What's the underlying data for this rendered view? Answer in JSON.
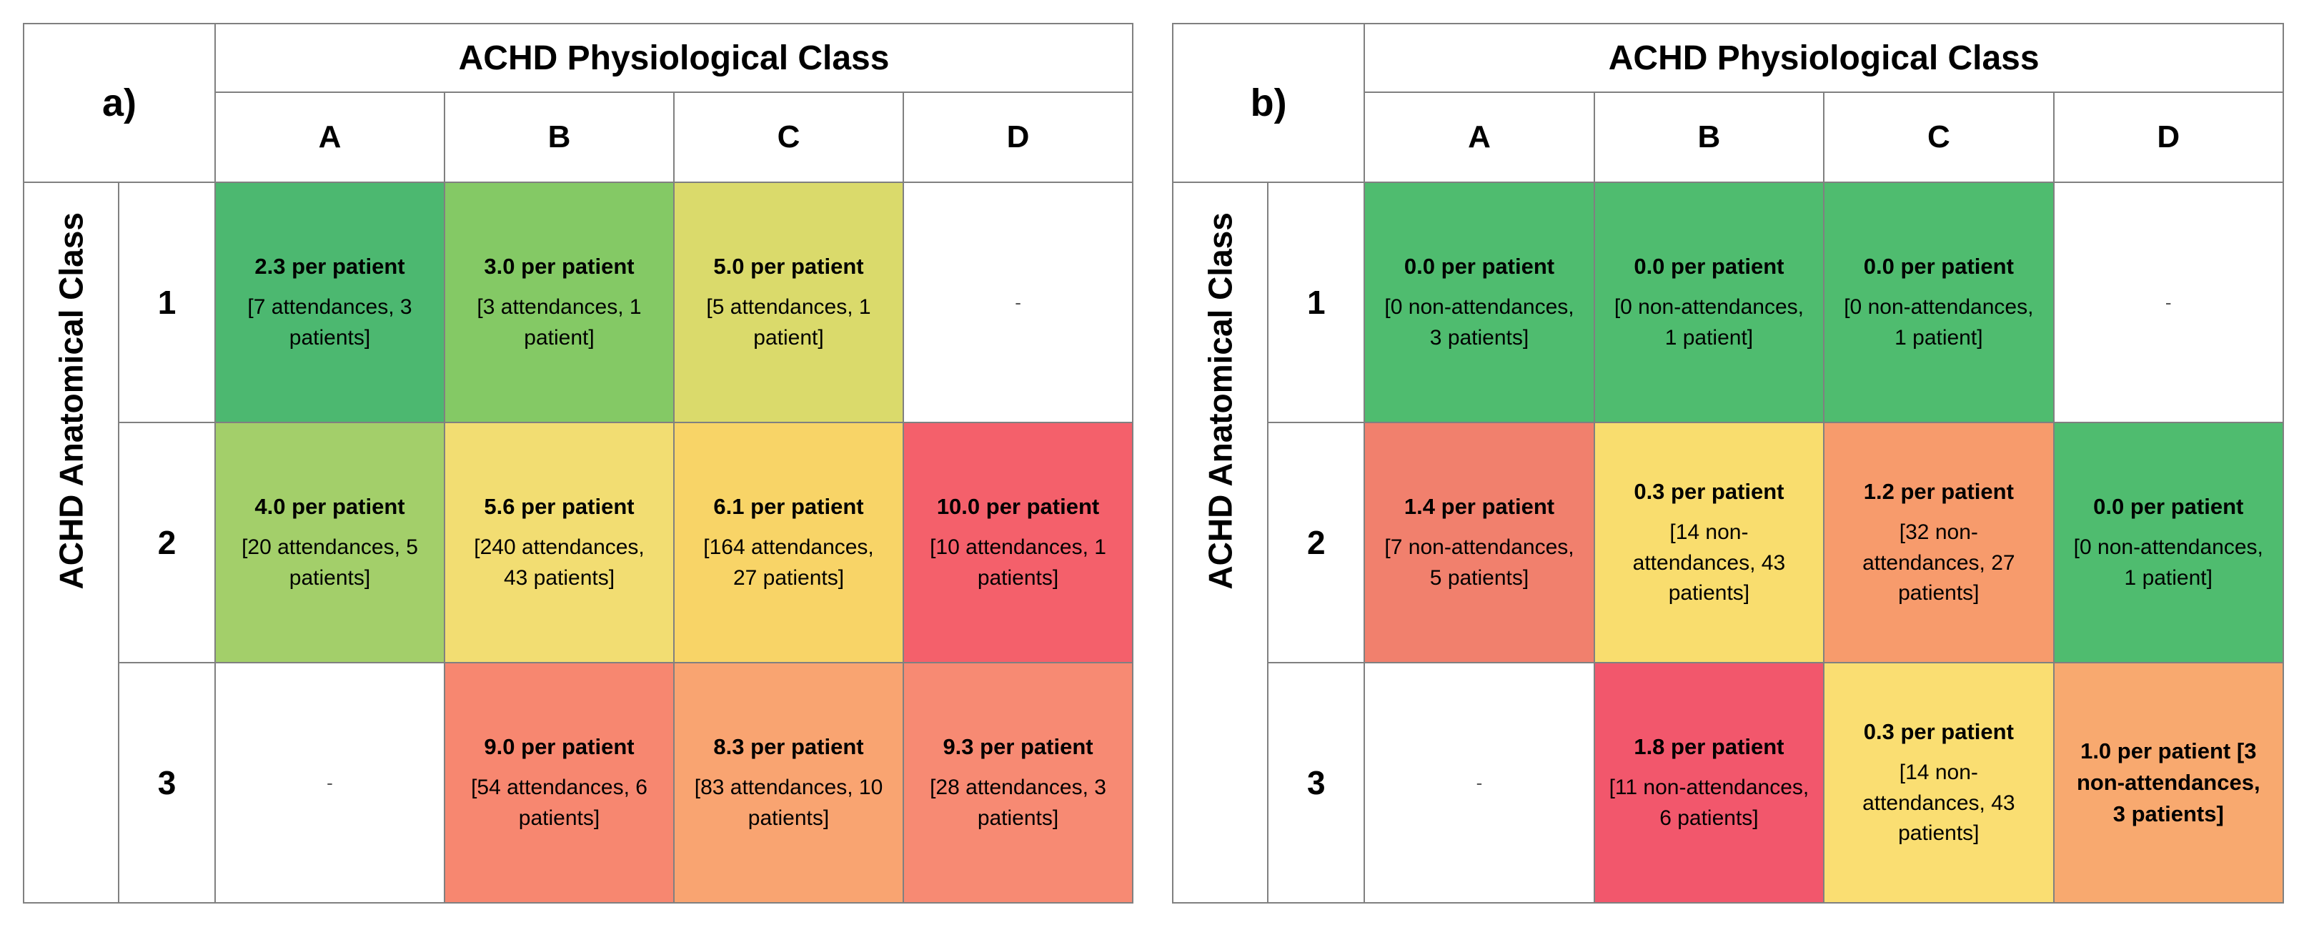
{
  "figure": {
    "panels": [
      {
        "panel_label": "a)",
        "column_group_title": "ACHD Physiological Class",
        "row_group_title": "ACHD Anatomical Class",
        "columns": [
          "A",
          "B",
          "C",
          "D"
        ],
        "rows": [
          "1",
          "2",
          "3"
        ],
        "empty_marker": "-",
        "cells": [
          [
            {
              "rate": "2.3 per patient",
              "detail": "[7 attendances, 3 patients]",
              "color": "#4cb870",
              "empty": false
            },
            {
              "rate": "3.0 per patient",
              "detail": "[3 attendances, 1 patient]",
              "color": "#84c965",
              "empty": false
            },
            {
              "rate": "5.0 per patient",
              "detail": "[5 attendances, 1 patient]",
              "color": "#dada6b",
              "empty": false
            },
            {
              "rate": "",
              "detail": "",
              "color": "#ffffff",
              "empty": true
            }
          ],
          [
            {
              "rate": "4.0 per patient",
              "detail": "[20 attendances, 5 patients]",
              "color": "#a3cf6a",
              "empty": false
            },
            {
              "rate": "5.6 per patient",
              "detail": "[240 attendances, 43 patients]",
              "color": "#f2dd72",
              "empty": false
            },
            {
              "rate": "6.1 per patient",
              "detail": "[164 attendances, 27 patients]",
              "color": "#f8d467",
              "empty": false
            },
            {
              "rate": "10.0 per patient",
              "detail": "[10 attendances, 1 patients]",
              "color": "#f4606b",
              "empty": false
            }
          ],
          [
            {
              "rate": "",
              "detail": "",
              "color": "#ffffff",
              "empty": true
            },
            {
              "rate": "9.0 per patient",
              "detail": "[54 attendances, 6 patients]",
              "color": "#f78770",
              "empty": false
            },
            {
              "rate": "8.3 per patient",
              "detail": "[83 attendances, 10 patients]",
              "color": "#f9a471",
              "empty": false
            },
            {
              "rate": "9.3 per patient",
              "detail": "[28 attendances, 3 patients]",
              "color": "#f78a73",
              "empty": false
            }
          ]
        ]
      },
      {
        "panel_label": "b)",
        "column_group_title": "ACHD Physiological Class",
        "row_group_title": "ACHD Anatomical Class",
        "columns": [
          "A",
          "B",
          "C",
          "D"
        ],
        "rows": [
          "1",
          "2",
          "3"
        ],
        "empty_marker": "-",
        "cells": [
          [
            {
              "rate": "0.0 per patient",
              "detail": "[0 non-attendances, 3 patients]",
              "color": "#4fbc6f",
              "empty": false
            },
            {
              "rate": "0.0 per patient",
              "detail": "[0 non-attendances, 1 patient]",
              "color": "#4fbc6f",
              "empty": false
            },
            {
              "rate": "0.0 per patient",
              "detail": "[0 non-attendances, 1 patient]",
              "color": "#4fbc6f",
              "empty": false
            },
            {
              "rate": "",
              "detail": "",
              "color": "#ffffff",
              "empty": true
            }
          ],
          [
            {
              "rate": "1.4 per patient",
              "detail": "[7 non-attendances, 5 patients]",
              "color": "#f1806d",
              "empty": false
            },
            {
              "rate": "0.3 per patient",
              "detail": "[14 non-attendances, 43 patients]",
              "color": "#f9dd6e",
              "empty": false
            },
            {
              "rate": "1.2 per patient",
              "detail": "[32 non-attendances, 27 patients]",
              "color": "#f79b6c",
              "empty": false
            },
            {
              "rate": "0.0 per patient",
              "detail": "[0 non-attendances, 1 patient]",
              "color": "#4fbc6f",
              "empty": false
            }
          ],
          [
            {
              "rate": "",
              "detail": "",
              "color": "#ffffff",
              "empty": true
            },
            {
              "rate": "1.8 per patient",
              "detail": "[11 non-attendances, 6 patients]",
              "color": "#f2576c",
              "empty": false
            },
            {
              "rate": "0.3 per patient",
              "detail": "[14 non-attendances, 43 patients]",
              "color": "#fade72",
              "empty": false
            },
            {
              "rate": "1.0 per patient [3 non-attendances, 3 patients]",
              "detail": "",
              "color": "#f8a96f",
              "empty": false
            }
          ]
        ]
      }
    ]
  }
}
